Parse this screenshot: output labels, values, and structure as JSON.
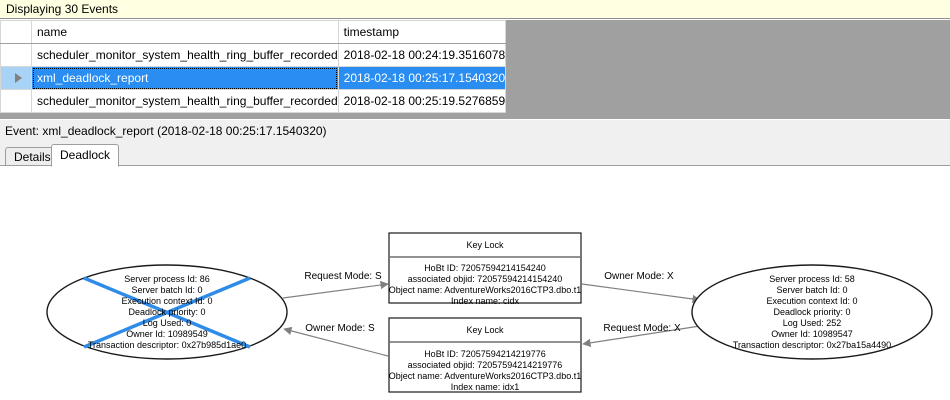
{
  "banner": {
    "text": "Displaying 30 Events"
  },
  "grid": {
    "columns": [
      "",
      "name",
      "timestamp"
    ],
    "rows": [
      {
        "selector": "",
        "name": "scheduler_monitor_system_health_ring_buffer_recorded",
        "timestamp": "2018-02-18 00:24:19.3516078",
        "selected": false
      },
      {
        "selector": "current-row-arrow",
        "name": "xml_deadlock_report",
        "timestamp": "2018-02-18 00:25:17.1540320",
        "selected": true
      },
      {
        "selector": "",
        "name": "scheduler_monitor_system_health_ring_buffer_recorded",
        "timestamp": "2018-02-18 00:25:19.5276859",
        "selected": false
      }
    ]
  },
  "event_bar": {
    "text": "Event: xml_deadlock_report (2018-02-18 00:25:17.1540320)"
  },
  "tabs": [
    {
      "label": "Details",
      "active": false
    },
    {
      "label": "Deadlock",
      "active": true
    }
  ],
  "deadlock_graph": {
    "victim_marker_color": "#2E8BE8",
    "processes": [
      {
        "id": "left-process",
        "victim": true,
        "lines": [
          "Server process Id: 86",
          "Server batch Id: 0",
          "Execution context Id: 0",
          "Deadlock priority: 0",
          "Log Used: 0",
          "Owner Id: 10989549",
          "Transaction descriptor: 0x27b985d1ae0"
        ]
      },
      {
        "id": "right-process",
        "victim": false,
        "lines": [
          "Server process Id: 58",
          "Server batch Id: 0",
          "Execution context Id: 0",
          "Deadlock priority: 0",
          "Log Used: 252",
          "Owner Id: 10989547",
          "Transaction descriptor: 0x27ba15a4490"
        ]
      }
    ],
    "resources": [
      {
        "id": "upper-key-lock",
        "title": "Key Lock",
        "lines": [
          "HoBt ID: 72057594214154240",
          "associated objid: 72057594214154240",
          "Object name: AdventureWorks2016CTP3.dbo.t1",
          "Index name: cidx"
        ]
      },
      {
        "id": "lower-key-lock",
        "title": "Key Lock",
        "lines": [
          "HoBt ID: 72057594214219776",
          "associated objid: 72057594214219776",
          "Object name: AdventureWorks2016CTP3.dbo.t1",
          "Index name: idx1"
        ]
      }
    ],
    "edges": [
      {
        "id": "edge-request-s",
        "label": "Request Mode: S"
      },
      {
        "id": "edge-owner-x",
        "label": "Owner Mode: X"
      },
      {
        "id": "edge-owner-s",
        "label": "Owner Mode: S"
      },
      {
        "id": "edge-request-x",
        "label": "Request Mode: X"
      }
    ]
  }
}
